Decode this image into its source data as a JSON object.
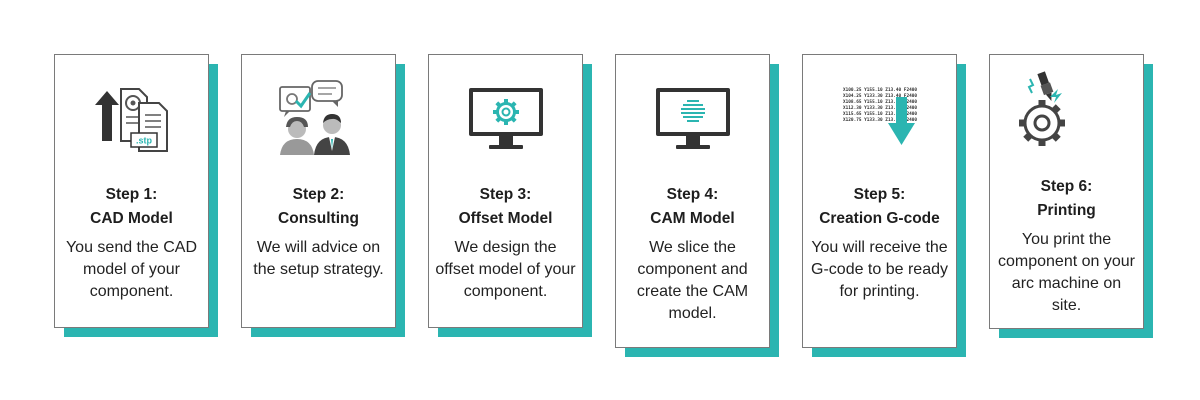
{
  "accent_color": "#2bb5b1",
  "steps": [
    {
      "step": "Step 1:",
      "name": "CAD Model",
      "description": "You send the CAD model of your component.",
      "icon": "cad-file-upload-icon"
    },
    {
      "step": "Step 2:",
      "name": "Consulting",
      "description": "We will advice on the setup strategy.",
      "icon": "consulting-people-icon"
    },
    {
      "step": "Step 3:",
      "name": "Offset Model",
      "description": "We design the offset model of your component.",
      "icon": "monitor-gear-icon"
    },
    {
      "step": "Step 4:",
      "name": "CAM Model",
      "description": "We slice the component and create the CAM model.",
      "icon": "monitor-sliced-sphere-icon"
    },
    {
      "step": "Step 5:",
      "name": "Creation G-code",
      "description": "You will receive the G-code to be ready for printing.",
      "icon": "gcode-download-icon"
    },
    {
      "step": "Step 6:",
      "name": "Printing",
      "description": "You print the component on your arc machine on site.",
      "icon": "arc-printing-gear-icon"
    }
  ],
  "gcode_lines": [
    "X100.25 Y155.10 Z13.40 F2400",
    "X104.25 Y133.30 Z13.40 F2400",
    "X108.65 Y155.10 Z13.40 F2400",
    "X112.30 Y133.30 Z13.40 F2400",
    "X115.65 Y155.10 Z13.40 F2400",
    "X120.75 Y133.30 Z13.40 F2400"
  ],
  "file_extension": ".stp"
}
